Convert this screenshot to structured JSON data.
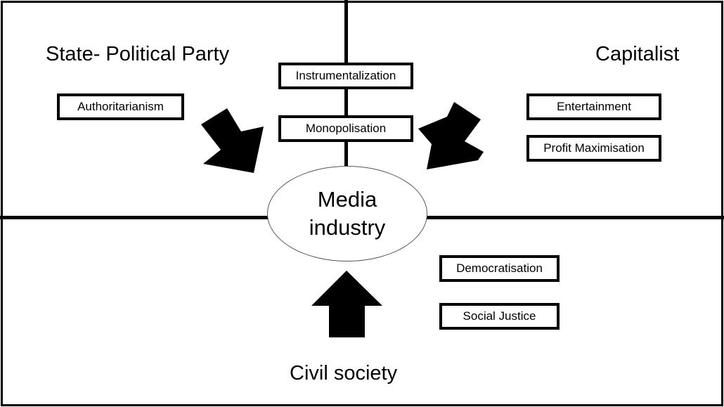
{
  "quadrants": {
    "state": "State- Political Party",
    "capitalist": "Capitalist",
    "civil": "Civil society"
  },
  "center": {
    "line1": "Media",
    "line2": "industry"
  },
  "boxes": {
    "instrumentalization": "Instrumentalization",
    "monopolisation": "Monopolisation",
    "authoritarianism": "Authoritarianism",
    "entertainment": "Entertainment",
    "profit": "Profit Maximisation",
    "democratisation": "Democratisation",
    "social_justice": "Social Justice"
  }
}
